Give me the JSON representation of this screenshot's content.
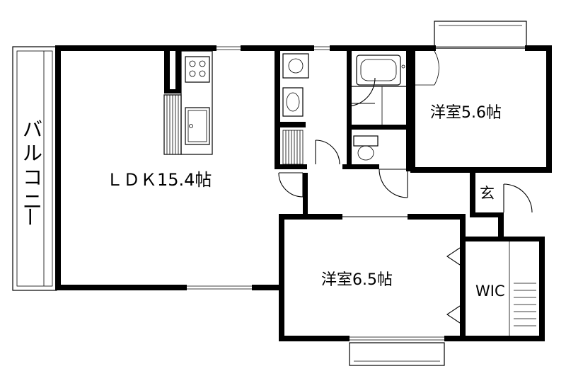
{
  "rooms": {
    "ldk": "ＬＤＫ15.4帖",
    "bedroom1": "洋室5.6帖",
    "bedroom2": "洋室6.5帖",
    "entrance": "玄",
    "wic": "WIC"
  },
  "balcony": [
    "バ",
    "ル",
    "コ",
    "ニ",
    "ー"
  ]
}
